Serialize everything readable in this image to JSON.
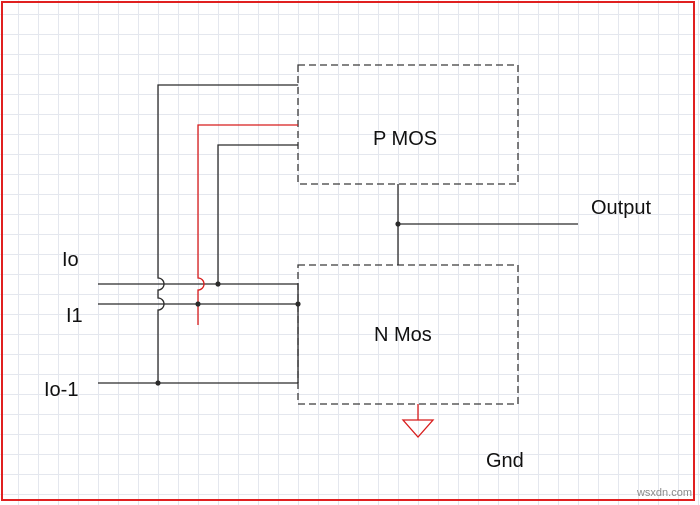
{
  "diagram": {
    "blocks": {
      "pmos": "P MOS",
      "nmos": "N Mos"
    },
    "inputs": {
      "io": "Io",
      "i1": "I1",
      "io_minus_1": "Io-1"
    },
    "output": "Output",
    "ground": "Gnd"
  },
  "watermark": "wsxdn.com",
  "colors": {
    "wire": "#2b2b2b",
    "highlight_wire": "#d81c1c",
    "ground_symbol": "#d81c1c",
    "frame": "#e02020",
    "grid": "#e4e7ee",
    "block_border": "#3a3a3a"
  }
}
